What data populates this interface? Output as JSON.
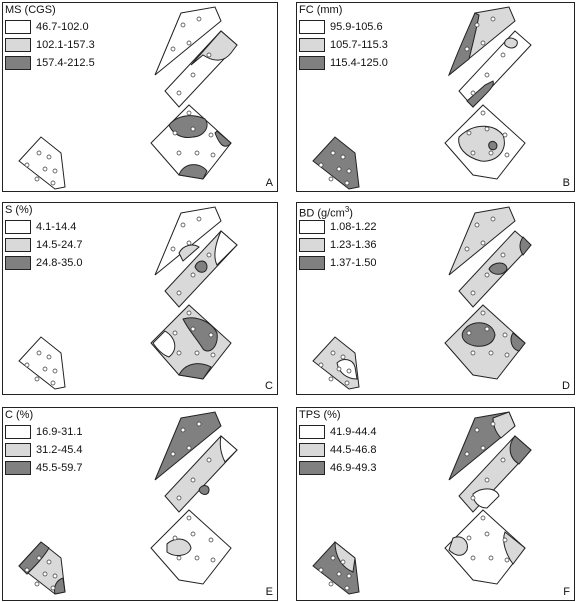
{
  "colors": {
    "class1": "#ffffff",
    "class2": "#d9d9d9",
    "class3": "#808080"
  },
  "panels": {
    "A": {
      "title": "MS (CGS)",
      "label": "A",
      "legend": [
        "46.7-102.0",
        "102.1-157.3",
        "157.4-212.5"
      ]
    },
    "B": {
      "title": "FC (mm)",
      "label": "B",
      "legend": [
        "95.9-105.6",
        "105.7-115.3",
        "115.4-125.0"
      ]
    },
    "C": {
      "title": "S (%)",
      "label": "C",
      "legend": [
        "4.1-14.4",
        "14.5-24.7",
        "24.8-35.0"
      ]
    },
    "D": {
      "title_main": "BD (g/cm",
      "title_sup": "3",
      "title_end": ")",
      "label": "D",
      "legend": [
        "1.08-1.22",
        "1.23-1.36",
        "1.37-1.50"
      ]
    },
    "E": {
      "title": "C (%)",
      "label": "E",
      "legend": [
        "16.9-31.1",
        "31.2-45.4",
        "45.5-59.7"
      ]
    },
    "F": {
      "title": "TPS (%)",
      "label": "F",
      "legend": [
        "41.9-44.4",
        "44.5-46.8",
        "46.9-49.3"
      ]
    }
  }
}
